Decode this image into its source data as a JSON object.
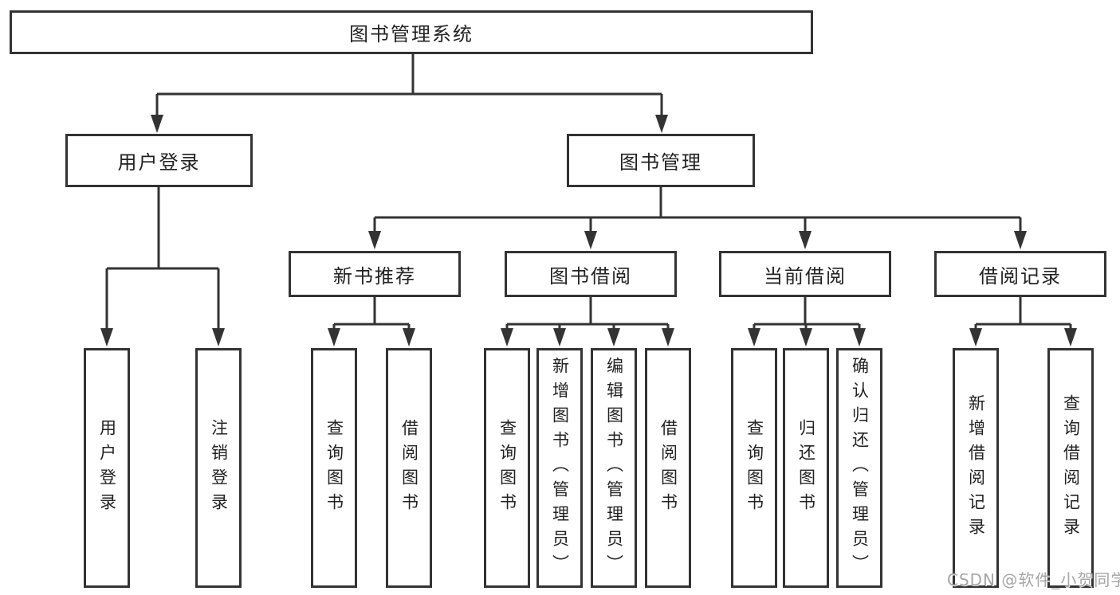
{
  "diagram": {
    "root": {
      "label": "图书管理系统"
    },
    "user_branch": {
      "label": "用户登录",
      "children": [
        {
          "label": "用户登录"
        },
        {
          "label": "注销登录"
        }
      ]
    },
    "book_branch": {
      "label": "图书管理",
      "sections": [
        {
          "label": "新书推荐",
          "children": [
            {
              "label": "查询图书"
            },
            {
              "label": "借阅图书"
            }
          ]
        },
        {
          "label": "图书借阅",
          "children": [
            {
              "label": "查询图书"
            },
            {
              "label": "新增图书（管理员）"
            },
            {
              "label": "编辑图书（管理员）"
            },
            {
              "label": "借阅图书"
            }
          ]
        },
        {
          "label": "当前借阅",
          "children": [
            {
              "label": "查询图书"
            },
            {
              "label": "归还图书"
            },
            {
              "label": "确认归还（管理员）"
            }
          ]
        },
        {
          "label": "借阅记录",
          "children": [
            {
              "label": "新增借阅记录"
            },
            {
              "label": "查询借阅记录"
            }
          ]
        }
      ]
    }
  },
  "watermark": {
    "text": "CSDN @软件_小贺同学"
  },
  "colors": {
    "line": "#333333",
    "box_border": "#333333",
    "text": "#222222",
    "watermark": "#a6a6a6",
    "background": "#ffffff"
  }
}
